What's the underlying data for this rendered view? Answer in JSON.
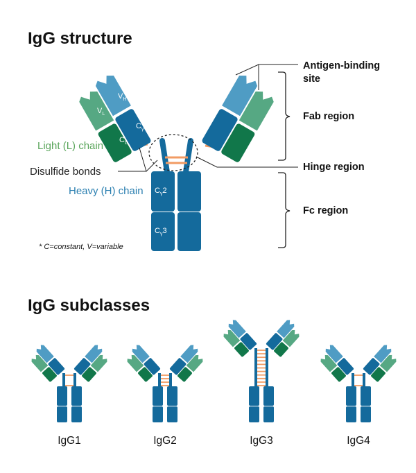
{
  "title": "IgG structure",
  "subclasses_title": "IgG subclasses",
  "callouts": {
    "antigen_binding_line1": "Antigen-binding",
    "antigen_binding_line2": "site",
    "fab": "Fab region",
    "hinge": "Hinge region",
    "fc": "Fc region"
  },
  "labels": {
    "light_chain": "Light (L) chain",
    "disulfide": "Disulfide bonds",
    "heavy_chain": "Heavy (H) chain"
  },
  "domains": {
    "vh": "V",
    "vh_sub": "H",
    "vl": "V",
    "vl_sub": "L",
    "ch1": "C",
    "ch1_sub": "γ",
    "ch1_num": "1",
    "cl": "C",
    "cl_sub": "L",
    "ch2": "C",
    "ch2_sub": "γ",
    "ch2_num": "2",
    "ch3": "C",
    "ch3_sub": "γ",
    "ch3_num": "3"
  },
  "footnote": "* C=constant, V=variable",
  "subclasses": [
    "IgG1",
    "IgG2",
    "IgG3",
    "IgG4"
  ],
  "colors": {
    "heavy_dark": "#146a9c",
    "heavy_light": "#4f9cc4",
    "light_light": "#56a883",
    "light_dark": "#11774a",
    "disulfide": "#f29b63",
    "light_label": "#5aa55b",
    "heavy_label": "#2a7fb0"
  }
}
